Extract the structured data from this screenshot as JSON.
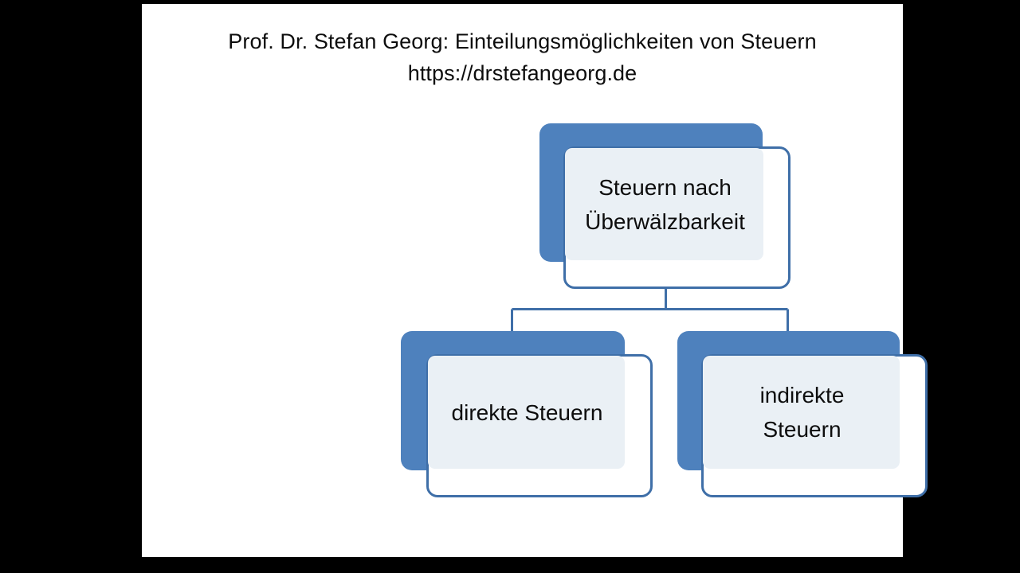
{
  "slide": {
    "background_color": "#ffffff",
    "letterbox_color": "#000000",
    "title": {
      "line1": "Prof. Dr. Stefan Georg: Einteilungsmöglichkeiten von Steuern",
      "line2": "https://drstefangeorg.de"
    }
  },
  "theme": {
    "accent_blue": "#4e81bd",
    "outline_blue": "#3f6fa8",
    "panel_fill": "#eaf0f5",
    "front_fill": "#ffffff",
    "text_color": "#0d0d0d"
  },
  "diagram": {
    "type": "hierarchy",
    "root": {
      "id": "steuern-nach-ueberwaelzbarkeit",
      "label": "Steuern nach\nÜberwälzbarkeit"
    },
    "children": [
      {
        "id": "direkte-steuern",
        "label": "direkte Steuern"
      },
      {
        "id": "indirekte-steuern",
        "label": "indirekte\nSteuern"
      }
    ],
    "connector": {
      "style": "elbow",
      "color": "#3f6fa8",
      "stroke_width": 3
    }
  }
}
